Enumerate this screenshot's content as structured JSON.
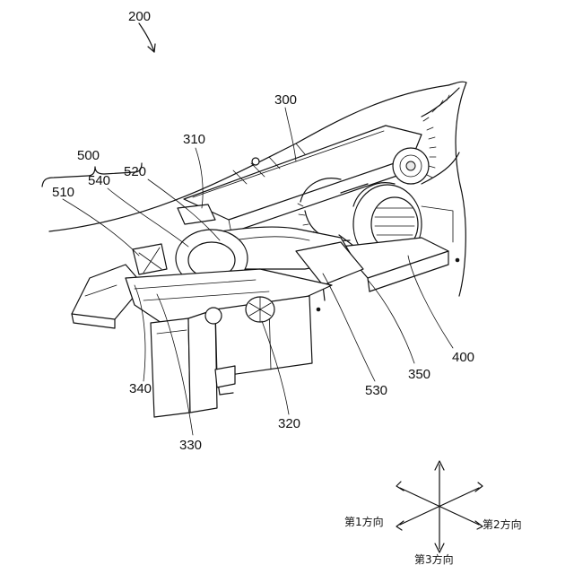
{
  "figure": {
    "ref_labels": {
      "assembly": "200",
      "unit_500": "500",
      "part_510": "510",
      "part_540": "540",
      "part_520": "520",
      "part_310": "310",
      "frame_300": "300",
      "part_530": "530",
      "part_350": "350",
      "part_400": "400",
      "part_320": "320",
      "part_340": "340",
      "part_330": "330"
    },
    "directions": {
      "first": "第1方向",
      "second": "第2方向",
      "third": "第3方向"
    }
  }
}
